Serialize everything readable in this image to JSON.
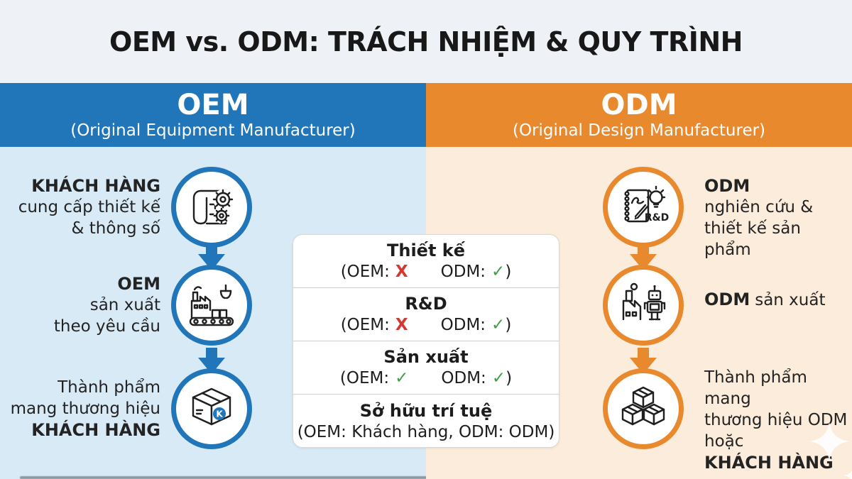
{
  "title": "OEM vs. ODM: TRÁCH NHIỆM & QUY TRÌNH",
  "colors": {
    "blue": "#2176b9",
    "orange": "#e8892e",
    "light_blue_bg": "#d9eaf7",
    "light_orange_bg": "#fcecdb",
    "top_bg": "#eef1f5",
    "green": "#3f9e47",
    "red": "#d23a31",
    "ink": "#232323"
  },
  "oem": {
    "header": {
      "name": "OEM",
      "subtitle": "(Original Equipment Manufacturer)"
    },
    "k_label": "K",
    "steps": [
      {
        "icon": "blueprint-gears-icon",
        "lines": [
          "KHÁCH HÀNG",
          "cung cấp thiết kế",
          "& thông số"
        ]
      },
      {
        "icon": "factory-claw-icon",
        "lines": [
          "OEM",
          "sản xuất",
          "theo yêu cầu"
        ]
      },
      {
        "icon": "branded-box-icon",
        "lines": [
          "Thành phẩm",
          "mang thương hiệu",
          "KHÁCH HÀNG"
        ]
      }
    ]
  },
  "odm": {
    "header": {
      "name": "ODM",
      "subtitle": "(Original Design Manufacturer)"
    },
    "rd_label": "R&D",
    "steps": [
      {
        "icon": "rd-notebook-icon",
        "lines": [
          "ODM",
          "nghiên cứu &",
          "thiết kế sản phẩm"
        ]
      },
      {
        "icon": "factory-robot-icon",
        "brand": "ODM",
        "rest": "sản xuất"
      },
      {
        "icon": "boxes-stack-icon",
        "lines": [
          "Thành phẩm mang",
          "thương hiệu ODM",
          "hoặc",
          "KHÁCH HÀNG"
        ]
      }
    ]
  },
  "card": {
    "rows": [
      {
        "title": "Thiết kế",
        "oem_label": "(OEM:",
        "oem_mark": "X",
        "oem_state": "no",
        "odm_label": "ODM:",
        "odm_mark": "✓",
        "odm_state": "ok",
        "close": ")"
      },
      {
        "title": "R&D",
        "oem_label": "(OEM:",
        "oem_mark": "X",
        "oem_state": "no",
        "odm_label": "ODM:",
        "odm_mark": "✓",
        "odm_state": "ok",
        "close": ")"
      },
      {
        "title": "Sản xuất",
        "oem_label": "(OEM:",
        "oem_mark": "✓",
        "oem_state": "ok",
        "odm_label": "ODM:",
        "odm_mark": "✓",
        "odm_state": "ok",
        "close": ")"
      },
      {
        "title": "Sở hữu trí tuệ",
        "detail": "(OEM: Khách hàng, ODM: ODM)"
      }
    ]
  }
}
